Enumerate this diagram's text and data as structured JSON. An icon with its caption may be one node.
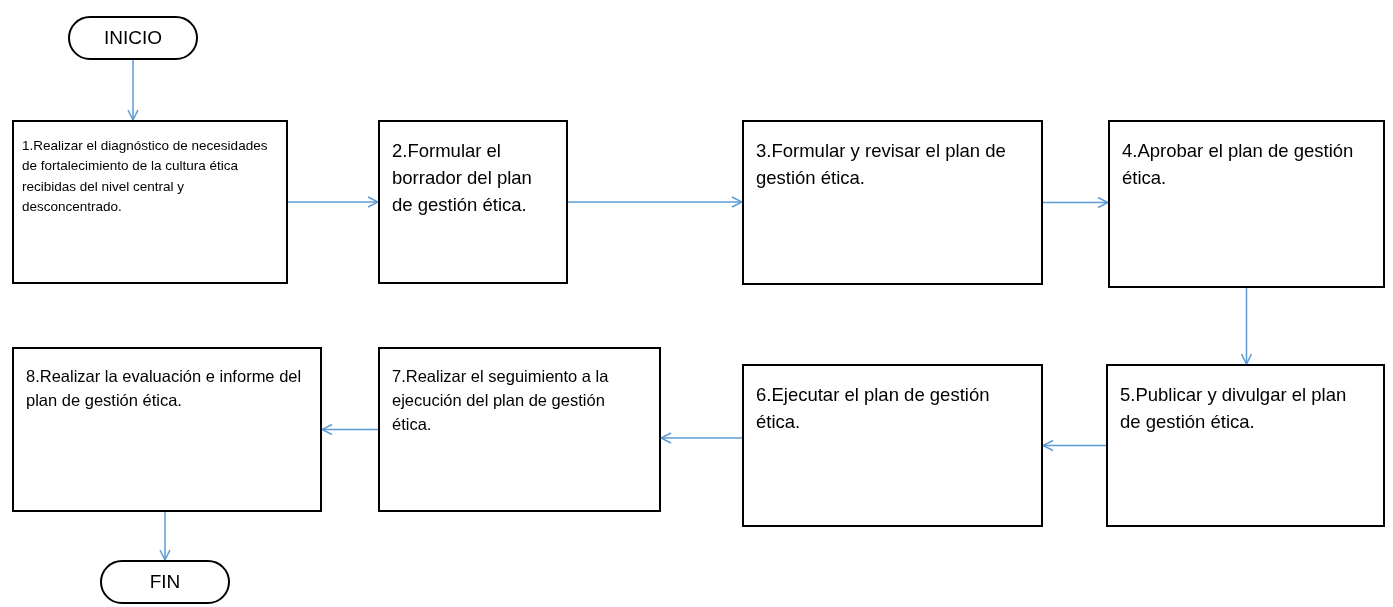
{
  "diagram": {
    "nodes": [
      {
        "text": [
          "INICIO"
        ]
      },
      {
        "text": [
          "1.Realizar el diagnóstico de necesidades de fortalecimiento de la cultura ética recibidas del nivel central y desconcentrado."
        ]
      },
      {
        "text": [
          "2.Formular el borrador del plan de gestión ética."
        ]
      },
      {
        "text": [
          "3.Formular y revisar el plan de gestión ética."
        ]
      },
      {
        "text": [
          "4.Aprobar el plan de gestión ética."
        ]
      },
      {
        "text": [
          "5.Publicar y divulgar el plan de gestión ética."
        ]
      },
      {
        "text": [
          "6.Ejecutar el plan de gestión ética."
        ]
      },
      {
        "text": [
          "7.Realizar el seguimiento a la ejecución del plan de gestión ética."
        ]
      },
      {
        "text": [
          "8.Realizar la evaluación e informe del plan de gestión ética."
        ]
      },
      {
        "text": [
          "FIN"
        ]
      }
    ],
    "edges": [
      {
        "from": 0,
        "to": 1,
        "arrow": "to"
      },
      {
        "from": 1,
        "to": 2,
        "arrow": "to"
      },
      {
        "from": 2,
        "to": 3,
        "arrow": "to"
      },
      {
        "from": 3,
        "to": 4,
        "arrow": "to"
      },
      {
        "from": 4,
        "to": 5,
        "arrow": "to"
      },
      {
        "from": 5,
        "to": 6,
        "arrow": "to"
      },
      {
        "from": 6,
        "to": 7,
        "arrow": "to"
      },
      {
        "from": 7,
        "to": 8,
        "arrow": "to"
      },
      {
        "from": 8,
        "to": 9,
        "arrow": "to"
      }
    ]
  }
}
